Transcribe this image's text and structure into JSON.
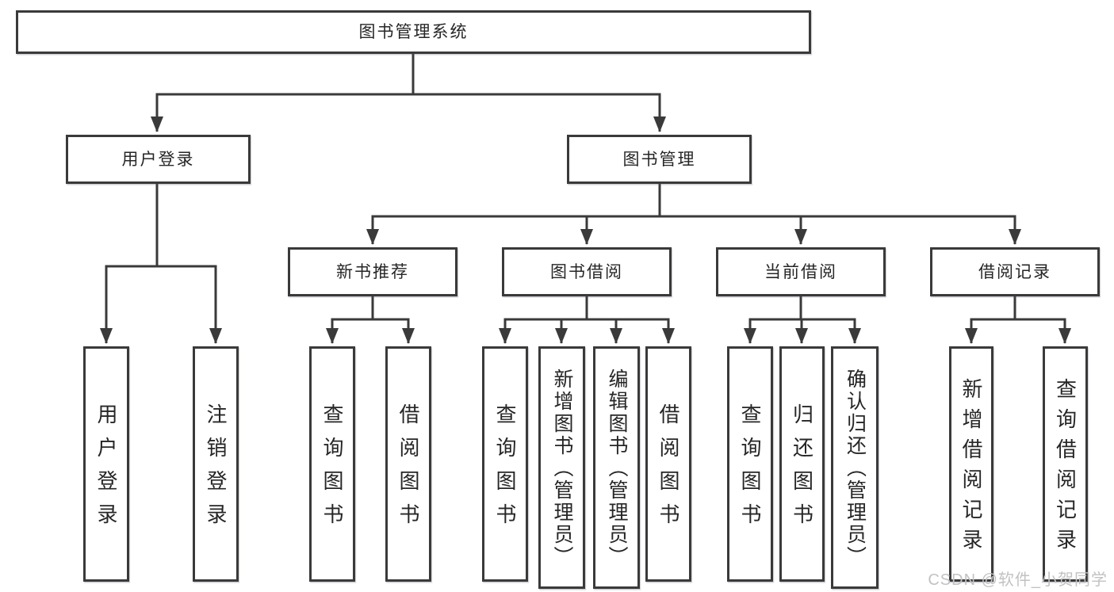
{
  "diagram_type": "hierarchy-tree",
  "tree": {
    "label": "图书管理系统",
    "children": [
      {
        "label": "用户登录",
        "children": [
          {
            "label": "用户登录"
          },
          {
            "label": "注销登录"
          }
        ]
      },
      {
        "label": "图书管理",
        "children": [
          {
            "label": "新书推荐",
            "children": [
              {
                "label": "查询图书"
              },
              {
                "label": "借阅图书"
              }
            ]
          },
          {
            "label": "图书借阅",
            "children": [
              {
                "label": "查询图书"
              },
              {
                "label": "新增图书（管理员）"
              },
              {
                "label": "编辑图书（管理员）"
              },
              {
                "label": "借阅图书"
              }
            ]
          },
          {
            "label": "当前借阅",
            "children": [
              {
                "label": "查询图书"
              },
              {
                "label": "归还图书"
              },
              {
                "label": "确认归还（管理员）"
              }
            ]
          },
          {
            "label": "借阅记录",
            "children": [
              {
                "label": "新增借阅记录"
              },
              {
                "label": "查询借阅记录"
              }
            ]
          }
        ]
      }
    ]
  },
  "watermark": {
    "text": "CSDN @软件_小贺同学"
  },
  "colors": {
    "line": "#3a3a3a",
    "box_border": "#3a3a3a",
    "text": "#262626",
    "background": "#ffffff",
    "watermark": "#c2c2c2"
  }
}
